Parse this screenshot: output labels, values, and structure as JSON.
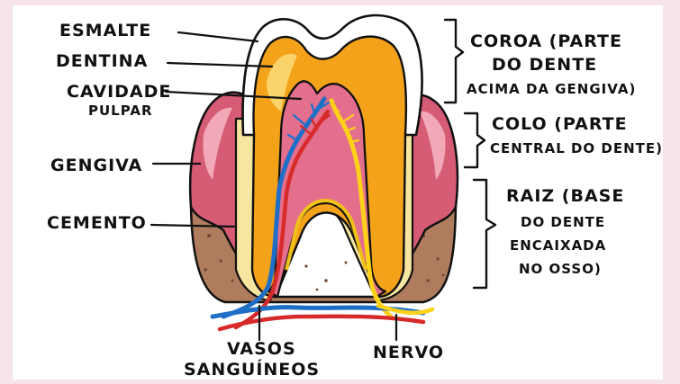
{
  "colors": {
    "background": "#f7e4ea",
    "panel": "#ffffff",
    "enamel": "#ffffff",
    "dentin": "#f4a21a",
    "dentin_light": "#fad36a",
    "pulp": "#e46f8c",
    "gum": "#d65b75",
    "gum_light": "#f2a8b7",
    "cementum": "#f7e6a0",
    "bone": "#b07c5e",
    "blood_vessel_blue": "#1f6fc8",
    "blood_vessel_red": "#d72a2a",
    "nerve": "#ffd21a",
    "outline": "#111111"
  },
  "labels": {
    "esmalte": "ESMALTE",
    "dentina": "DENTINA",
    "cavidade_1": "CAVIDADE",
    "cavidade_2": "PULPAR",
    "gengiva": "GENGIVA",
    "cemento": "CEMENTO",
    "vasos_1": "VASOS",
    "vasos_2": "SANGUÍNEOS",
    "nervo": "NERVO"
  },
  "regions": {
    "coroa": [
      "COROA (PARTE",
      "DO DENTE",
      "ACIMA DA GENGIVA)"
    ],
    "colo": [
      "COLO (PARTE",
      "CENTRAL DO DENTE)"
    ],
    "raiz": [
      "RAIZ (BASE",
      "DO DENTE",
      "ENCAIXADA",
      "NO OSSO)"
    ]
  }
}
